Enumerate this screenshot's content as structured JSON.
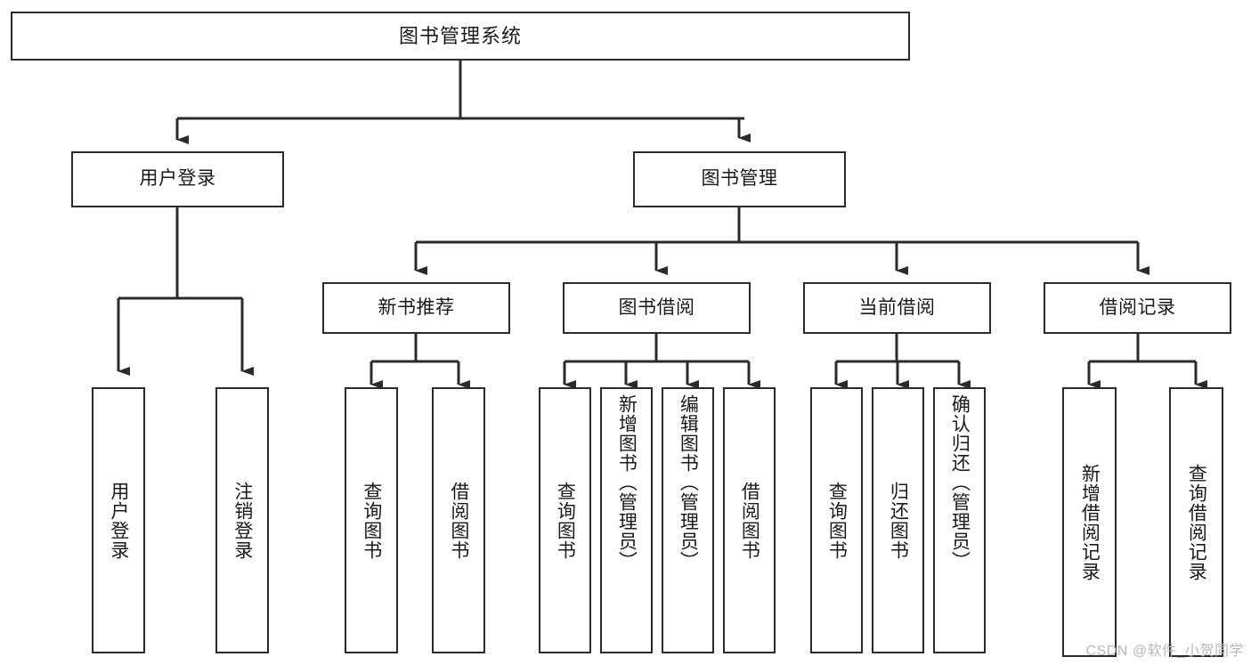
{
  "diagram": {
    "type": "tree-hierarchy",
    "title": "图书管理系统",
    "watermark": "CSDN @软件_小贺同学",
    "colors": {
      "stroke": "#2b2b2b",
      "fill": "#ffffff",
      "text": "#1a1a1a",
      "watermark": "#b8b8b8"
    },
    "root": {
      "label": "图书管理系统"
    },
    "level2": [
      {
        "id": "user-login",
        "label": "用户登录"
      },
      {
        "id": "book-manage",
        "label": "图书管理"
      }
    ],
    "level3": [
      {
        "id": "new-book-rec",
        "label": "新书推荐",
        "parent": "book-manage"
      },
      {
        "id": "book-borrow",
        "label": "图书借阅",
        "parent": "book-manage"
      },
      {
        "id": "current-borrow",
        "label": "当前借阅",
        "parent": "book-manage"
      },
      {
        "id": "borrow-record",
        "label": "借阅记录",
        "parent": "book-manage"
      }
    ],
    "leaves": {
      "user-login": [
        {
          "id": "leaf-user-login",
          "label": "用户登录"
        },
        {
          "id": "leaf-user-logout",
          "label": "注销登录"
        }
      ],
      "new-book-rec": [
        {
          "id": "leaf-query-book-1",
          "label": "查询图书"
        },
        {
          "id": "leaf-borrow-book-1",
          "label": "借阅图书"
        }
      ],
      "book-borrow": [
        {
          "id": "leaf-query-book-2",
          "label": "查询图书"
        },
        {
          "id": "leaf-add-book",
          "label": "新增图书（管理员）"
        },
        {
          "id": "leaf-edit-book",
          "label": "编辑图书（管理员）"
        },
        {
          "id": "leaf-borrow-book-2",
          "label": "借阅图书"
        }
      ],
      "current-borrow": [
        {
          "id": "leaf-query-book-3",
          "label": "查询图书"
        },
        {
          "id": "leaf-return-book",
          "label": "归还图书"
        },
        {
          "id": "leaf-confirm-return",
          "label": "确认归还（管理员）"
        }
      ],
      "borrow-record": [
        {
          "id": "leaf-add-record",
          "label": "新增借阅记录"
        },
        {
          "id": "leaf-query-record",
          "label": "查询借阅记录"
        }
      ]
    }
  }
}
